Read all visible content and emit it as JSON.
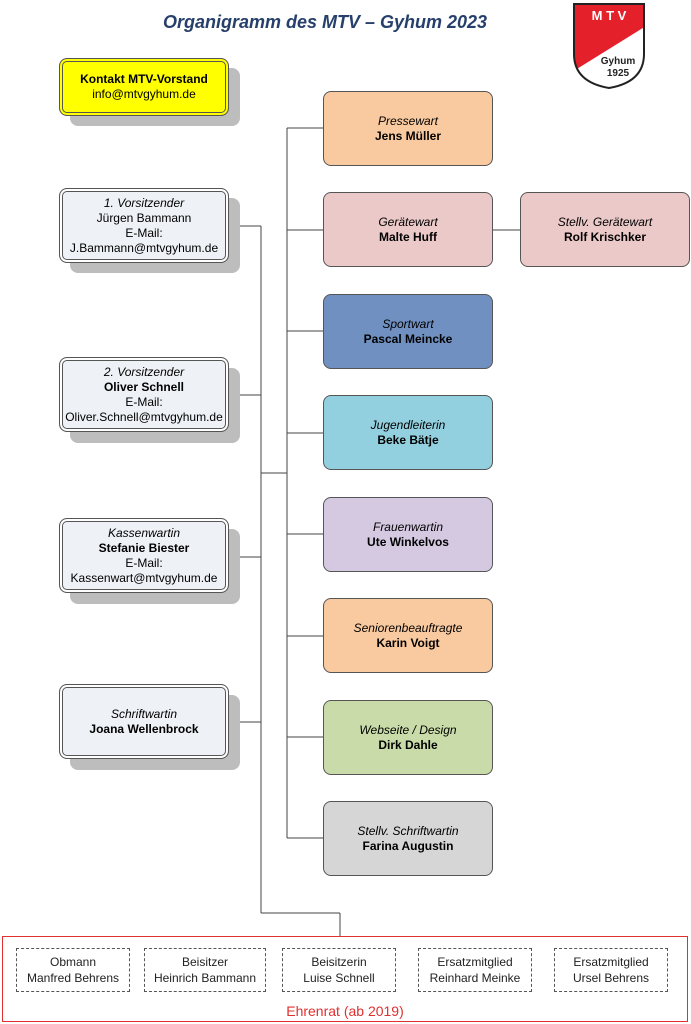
{
  "title": "Organigramm des MTV – Gyhum 2023",
  "logo": {
    "letters": "M T V",
    "place": "Gyhum",
    "year": "1925",
    "colors": {
      "red": "#e4202a",
      "white": "#ffffff"
    }
  },
  "contact": {
    "title": "Kontakt MTV-Vorstand",
    "email": "info@mtvgyhum.de"
  },
  "left_boxes": [
    {
      "role": "1. Vorsitzender",
      "name": "Jürgen Bammann",
      "email_label": "E-Mail:",
      "email": "J.Bammann@mtvgyhum.de"
    },
    {
      "role": "2. Vorsitzender",
      "name": "Oliver Schnell",
      "email_label": "E-Mail:",
      "email": "Oliver.Schnell@mtvgyhum.de"
    },
    {
      "role": "Kassenwartin",
      "name": "Stefanie Biester",
      "email_label": "E-Mail:",
      "email": "Kassenwart@mtvgyhum.de"
    },
    {
      "role": "Schriftwartin",
      "name": "Joana Wellenbrock"
    }
  ],
  "right_boxes": [
    {
      "role": "Pressewart",
      "name": "Jens Müller",
      "color": "#f9c9a0"
    },
    {
      "role": "Gerätewart",
      "name": "Malte Huff",
      "color": "#ecc9c9"
    },
    {
      "role": "Sportwart",
      "name": "Pascal Meincke",
      "color": "#6f90c0"
    },
    {
      "role": "Jugendleiterin",
      "name": "Beke Bätje",
      "color": "#93d0df"
    },
    {
      "role": "Frauenwartin",
      "name": "Ute Winkelvos",
      "color": "#d5c9e2"
    },
    {
      "role": "Seniorenbeauftragte",
      "name": "Karin Voigt",
      "color": "#f9c9a0"
    },
    {
      "role": "Webseite / Design",
      "name": "Dirk Dahle",
      "color": "#c9dba8"
    },
    {
      "role": "Stellv. Schriftwartin",
      "name": "Farina Augustin",
      "color": "#d6d6d6"
    }
  ],
  "deputy_box": {
    "role": "Stellv. Gerätewart",
    "name": "Rolf Krischker",
    "color": "#ecc9c9"
  },
  "ehrenrat": {
    "title": "Ehrenrat (ab 2019)",
    "members": [
      {
        "role": "Obmann",
        "name": "Manfred Behrens"
      },
      {
        "role": "Beisitzer",
        "name": "Heinrich Bammann"
      },
      {
        "role": "Beisitzerin",
        "name": "Luise Schnell"
      },
      {
        "role": "Ersatzmitglied",
        "name": "Reinhard Meinke"
      },
      {
        "role": "Ersatzmitglied",
        "name": "Ursel Behrens"
      }
    ]
  }
}
